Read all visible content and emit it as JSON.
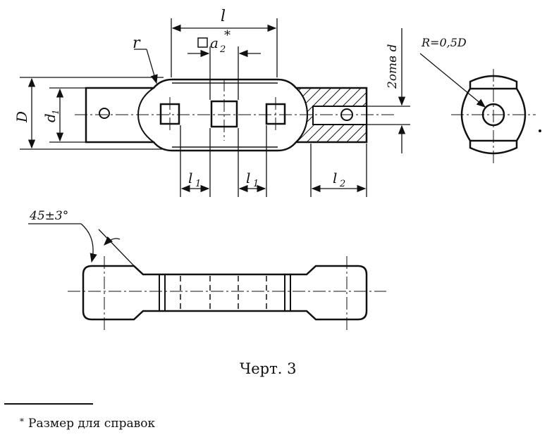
{
  "labels": {
    "l": "l",
    "a2": "a",
    "a2_sub": "2",
    "a2_star": "*",
    "r": "r",
    "D": "D",
    "d1": "d",
    "d1_sub": "1",
    "l1_left": "l",
    "l1_right": "l",
    "l1_sub": "1",
    "l2": "l",
    "l2_sub": "2",
    "hole": "2отв d",
    "radius": "R=0,5D",
    "angle": "45±3°"
  },
  "caption": "Черт. 3",
  "footnote": {
    "star": "*",
    "text": "Размер для справок"
  }
}
